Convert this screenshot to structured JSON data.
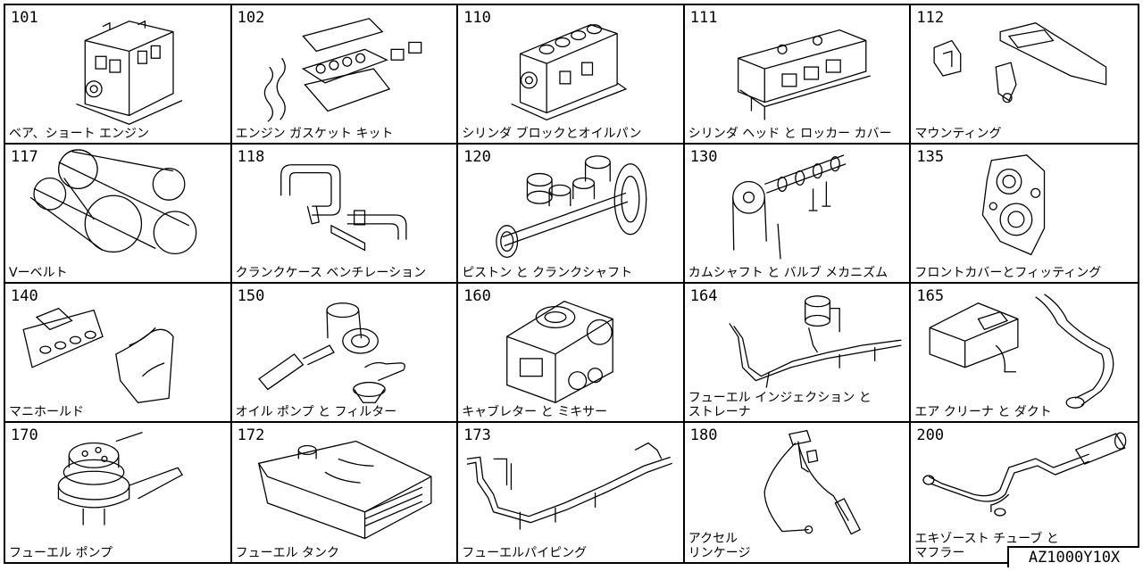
{
  "catalog": {
    "reference_code": "AZ1000Y10X",
    "groups": [
      {
        "code": "101",
        "label": "ベア、ショート エンジン",
        "icon": "engine-block-icon"
      },
      {
        "code": "102",
        "label": "エンジン ガスケット キット",
        "icon": "gasket-kit-icon"
      },
      {
        "code": "110",
        "label": "シリンダ ブロックとオイルパン",
        "icon": "cylinder-block-icon"
      },
      {
        "code": "111",
        "label": "シリンダ ヘッド と ロッカー カバー",
        "icon": "cylinder-head-icon"
      },
      {
        "code": "112",
        "label": "マウンティング",
        "icon": "mounting-icon"
      },
      {
        "code": "117",
        "label": "Vーベルト",
        "icon": "v-belt-icon"
      },
      {
        "code": "118",
        "label": "クランクケース ベンチレーション",
        "icon": "crankcase-ventilation-icon"
      },
      {
        "code": "120",
        "label": "ピストン と クランクシャフト",
        "icon": "piston-crankshaft-icon"
      },
      {
        "code": "130",
        "label": "カムシャフト と バルブ メカニズム",
        "icon": "camshaft-valve-icon"
      },
      {
        "code": "135",
        "label": "フロントカバーとフィッティング",
        "icon": "front-cover-icon"
      },
      {
        "code": "140",
        "label": "マニホールド",
        "icon": "manifold-icon"
      },
      {
        "code": "150",
        "label": "オイル ポンプ と フィルター",
        "icon": "oil-pump-filter-icon"
      },
      {
        "code": "160",
        "label": "キャブレター と ミキサー",
        "icon": "carburetor-icon"
      },
      {
        "code": "164",
        "label": "フューエル インジェクション と\n ストレーナ",
        "icon": "fuel-injection-icon"
      },
      {
        "code": "165",
        "label": "エア クリーナ と ダクト",
        "icon": "air-cleaner-icon"
      },
      {
        "code": "170",
        "label": "フューエル ポンプ",
        "icon": "fuel-pump-icon"
      },
      {
        "code": "172",
        "label": "フューエル タンク",
        "icon": "fuel-tank-icon"
      },
      {
        "code": "173",
        "label": "フューエルパイピング",
        "icon": "fuel-piping-icon"
      },
      {
        "code": "180",
        "label": "アクセル\nリンケージ",
        "icon": "accelerator-linkage-icon"
      },
      {
        "code": "200",
        "label": "エキゾースト チューブ と\nマフラー",
        "icon": "exhaust-muffler-icon"
      }
    ]
  }
}
